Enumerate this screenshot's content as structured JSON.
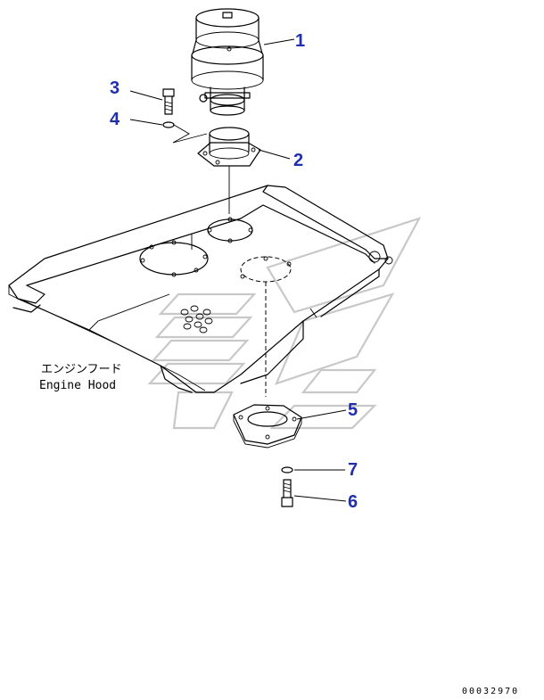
{
  "callouts": {
    "c1": "1",
    "c2": "2",
    "c3": "3",
    "c4": "4",
    "c5": "5",
    "c6": "6",
    "c7": "7"
  },
  "hood_label": {
    "japanese": "エンジンフード",
    "english": "Engine Hood"
  },
  "drawing_number": "00032970",
  "colors": {
    "callout": "#1f2fb0",
    "line": "#000000",
    "watermark": "#c8c8c8"
  }
}
